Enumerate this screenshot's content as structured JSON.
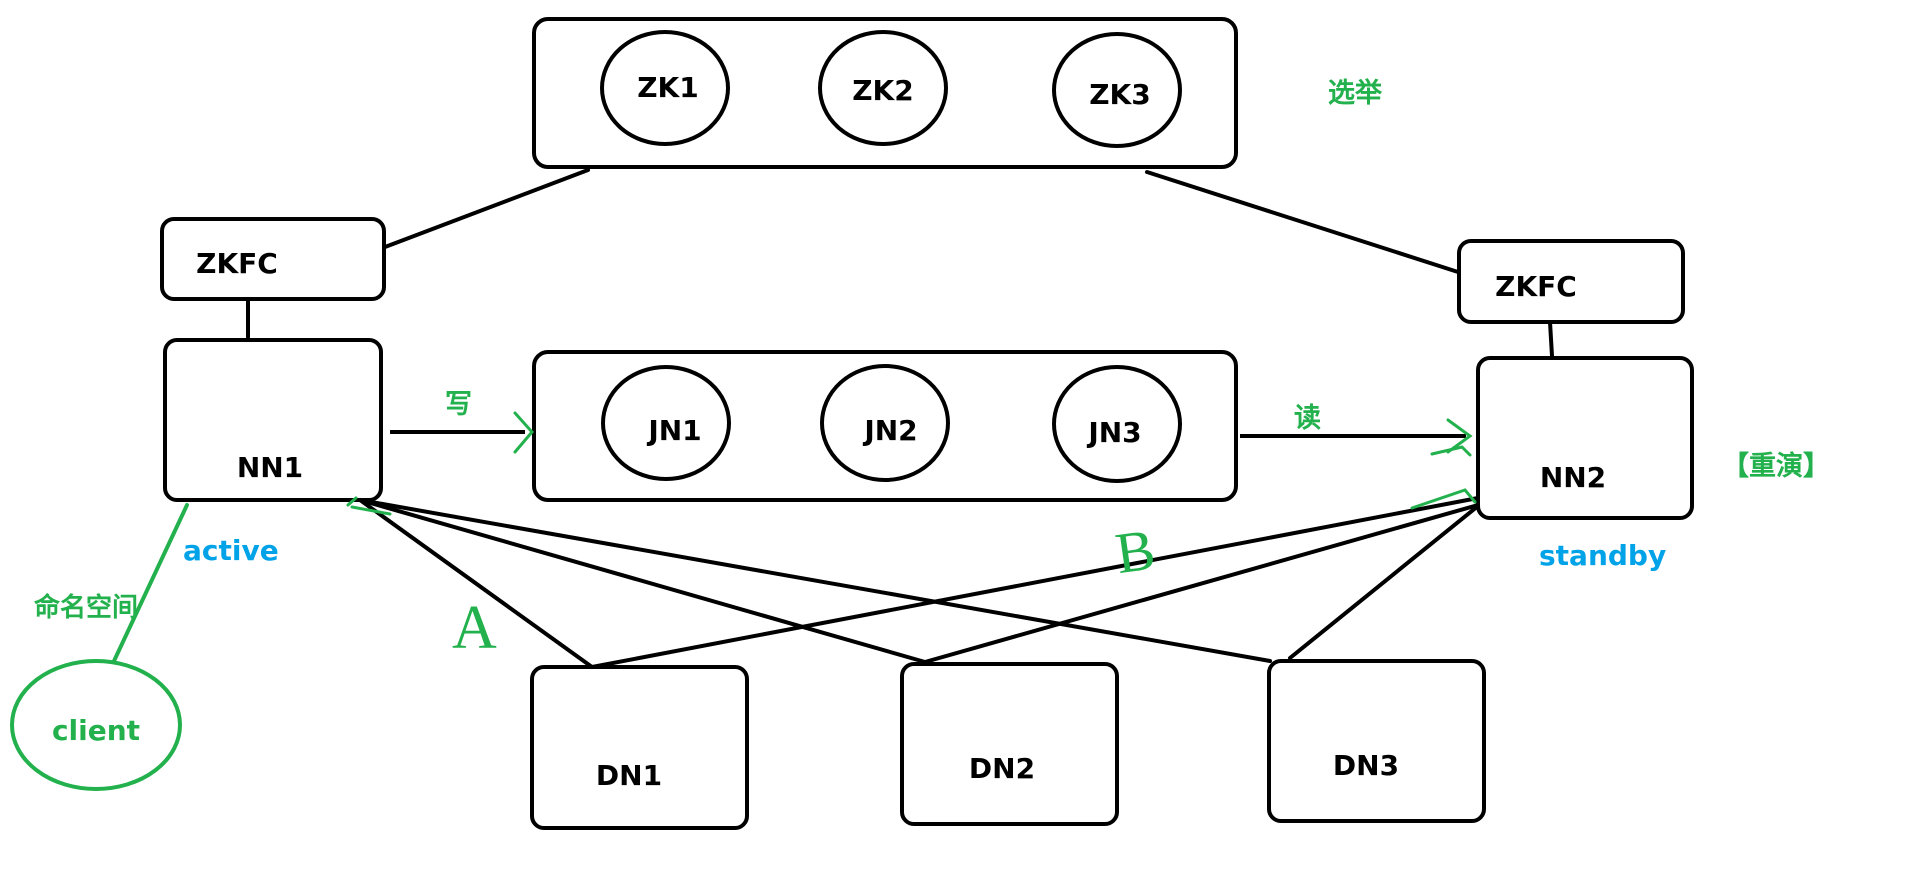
{
  "zookeeper": {
    "nodes": [
      "ZK1",
      "ZK2",
      "ZK3"
    ],
    "note": "选举"
  },
  "zkfc": {
    "left": "ZKFC",
    "right": "ZKFC"
  },
  "namenodes": {
    "nn1": {
      "label": "NN1",
      "state": "active"
    },
    "nn2": {
      "label": "NN2",
      "state": "standby",
      "note": "【重演】"
    }
  },
  "journal": {
    "nodes": [
      "JN1",
      "JN2",
      "JN3"
    ],
    "write_label": "写",
    "read_label": "读"
  },
  "datanodes": [
    "DN1",
    "DN2",
    "DN3"
  ],
  "client": {
    "label": "client",
    "edge_label": "命名空间"
  },
  "annotations": {
    "a": "A",
    "b": "B"
  },
  "colors": {
    "stroke": "#000000",
    "green": "#22b14c",
    "blue": "#00a2e8",
    "background": "#ffffff"
  }
}
